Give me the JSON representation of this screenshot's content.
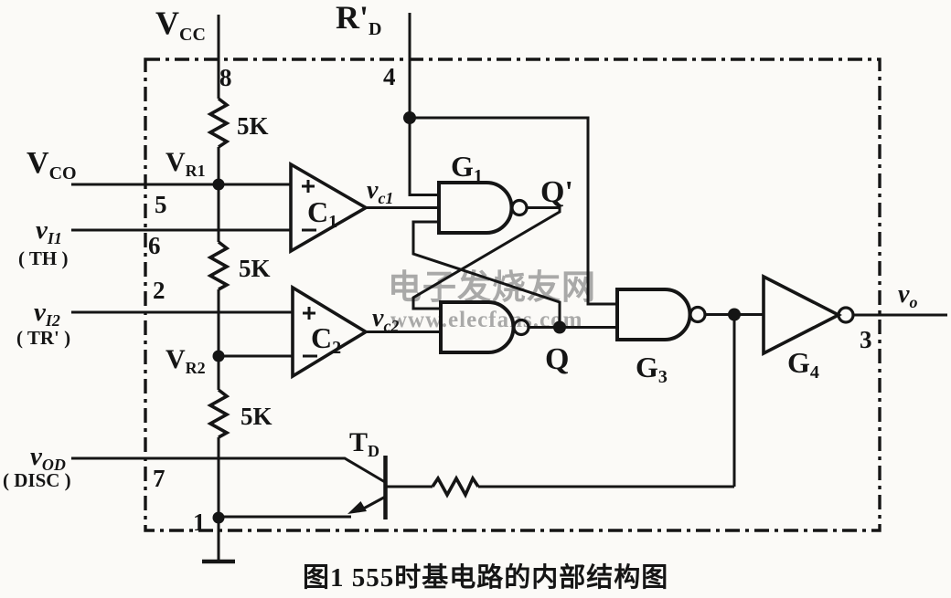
{
  "figure": {
    "caption": "图1  555时基电路的内部结构图",
    "watermark_line1": "电子发烧友网",
    "watermark_line2": "www.elecfans.com"
  },
  "labels": {
    "vcc": {
      "base": "V",
      "sub": "CC"
    },
    "rd": {
      "base": "R'",
      "sub": "D"
    },
    "vco": {
      "base": "V",
      "sub": "CO"
    },
    "vr1": {
      "base": "V",
      "sub": "R1"
    },
    "vr2": {
      "base": "V",
      "sub": "R2"
    },
    "vi1": {
      "base": "v",
      "sub": "I1"
    },
    "vi1_alt": "( TH )",
    "vi2": {
      "base": "v",
      "sub": "I2"
    },
    "vi2_alt": "( TR' )",
    "vod": {
      "base": "v",
      "sub": "OD"
    },
    "vod_alt": "( DISC )",
    "vc1": {
      "base": "v",
      "sub": "c1"
    },
    "vc2": {
      "base": "v",
      "sub": "c2"
    },
    "vo": {
      "base": "v",
      "sub": "o"
    },
    "c1": {
      "base": "C",
      "sub": "1"
    },
    "c2": {
      "base": "C",
      "sub": "2"
    },
    "g1": {
      "base": "G",
      "sub": "1"
    },
    "g3": {
      "base": "G",
      "sub": "3"
    },
    "g4": {
      "base": "G",
      "sub": "4"
    },
    "td": {
      "base": "T",
      "sub": "D"
    },
    "q": "Q",
    "q_bar": "Q'"
  },
  "pins": {
    "p8": "8",
    "p4": "4",
    "p5": "5",
    "p6": "6",
    "p2": "2",
    "p7": "7",
    "p1": "1",
    "p3": "3"
  },
  "components": {
    "r1_value": "5K",
    "r2_value": "5K",
    "r3_value": "5K"
  },
  "colors": {
    "ink": "#151515",
    "background": "#fbfaf7",
    "watermark": "#9b9b9b"
  }
}
